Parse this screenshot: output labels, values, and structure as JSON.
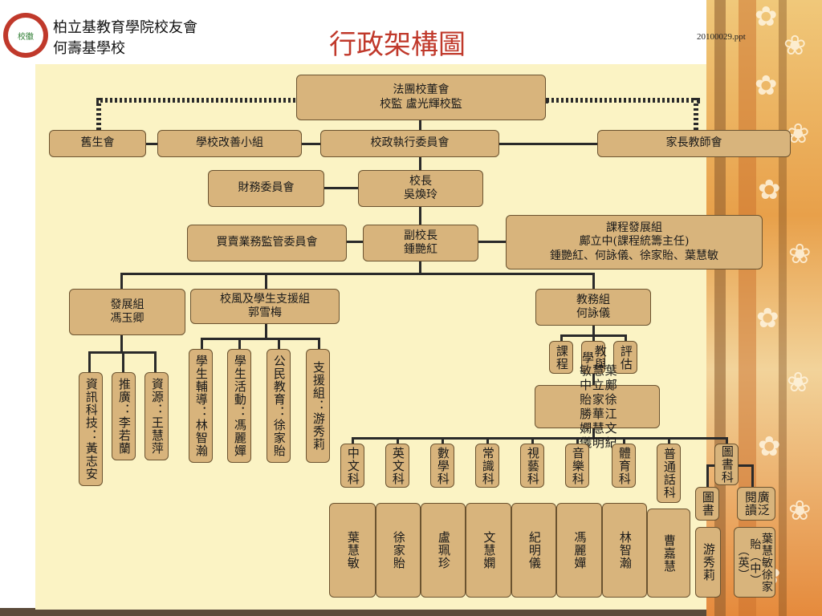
{
  "header": {
    "school_line1": "柏立基教育學院校友會",
    "school_line2": "何壽基學校",
    "title": "行政架構圖",
    "file_ref": "20100029.ppt"
  },
  "org": {
    "board": "法團校董會",
    "supervisor": "校監 盧光輝校監",
    "alumni": "舊生會",
    "improvement": "學校改善小組",
    "executive": "校政執行委員會",
    "pta": "家長教師會",
    "finance": "財務委員會",
    "principal": "校長",
    "principal_name": "吳煥玲",
    "trading": "買賣業務監管委員會",
    "vice_principal": "副校長",
    "vice_principal_name": "鍾艷紅",
    "curriculum": "課程發展組",
    "curriculum_head": "鄺立中(課程統籌主任)",
    "curriculum_members": "鍾艷紅、何詠儀、徐家貽、葉慧敏",
    "development": "發展組",
    "development_head": "馮玉卿",
    "discipline": "校風及學生支援組",
    "discipline_head": "郭雪梅",
    "academic": "教務組",
    "academic_head": "何詠儀"
  },
  "dev_teams": [
    "資訊科技：黃志安",
    "推廣：李若蘭",
    "資源：王慧萍"
  ],
  "support_teams": [
    "學生輔導：林智瀚",
    "學生活動：馮麗嬋",
    "公民教育：徐家貽",
    "支援組：游秀莉"
  ],
  "academic_units": [
    "課程",
    "教與學",
    "評估"
  ],
  "academic_staff": [
    "葉慧敏",
    "鄺立中",
    "徐家貽",
    "江華勝",
    "文慧嫻",
    "紀明儀"
  ],
  "subjects": [
    "中文科",
    "英文科",
    "數學科",
    "常識科",
    "視藝科",
    "音樂科",
    "體育科",
    "普通話科",
    "圖書科"
  ],
  "subject_heads": [
    "葉慧敏",
    "徐家貽",
    "盧珮珍",
    "文慧嫻",
    "紀明儀",
    "馮麗嬋",
    "林智瀚",
    "曹嘉慧"
  ],
  "library_subunits": [
    "圖書",
    "廣泛閱讀"
  ],
  "library_heads": [
    "游秀莉",
    "葉慧敏徐家貽（中）（英）"
  ]
}
